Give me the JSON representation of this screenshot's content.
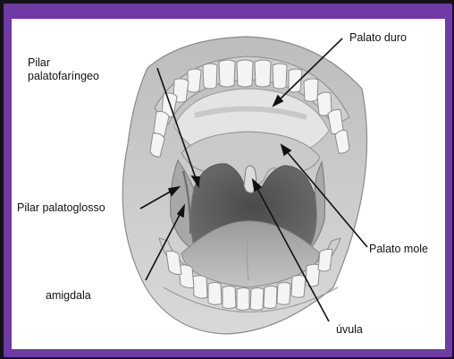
{
  "figure": {
    "labels": {
      "pilar_palatofaringeo_line1": "Pilar",
      "pilar_palatofaringeo_line2": "palatofaríngeo",
      "palato_duro": "Palato duro",
      "pilar_palatoglosso": "Pilar palatoglosso",
      "palato_mole": "Palato mole",
      "amigdala": "amigdala",
      "uvula": "úvula"
    }
  }
}
